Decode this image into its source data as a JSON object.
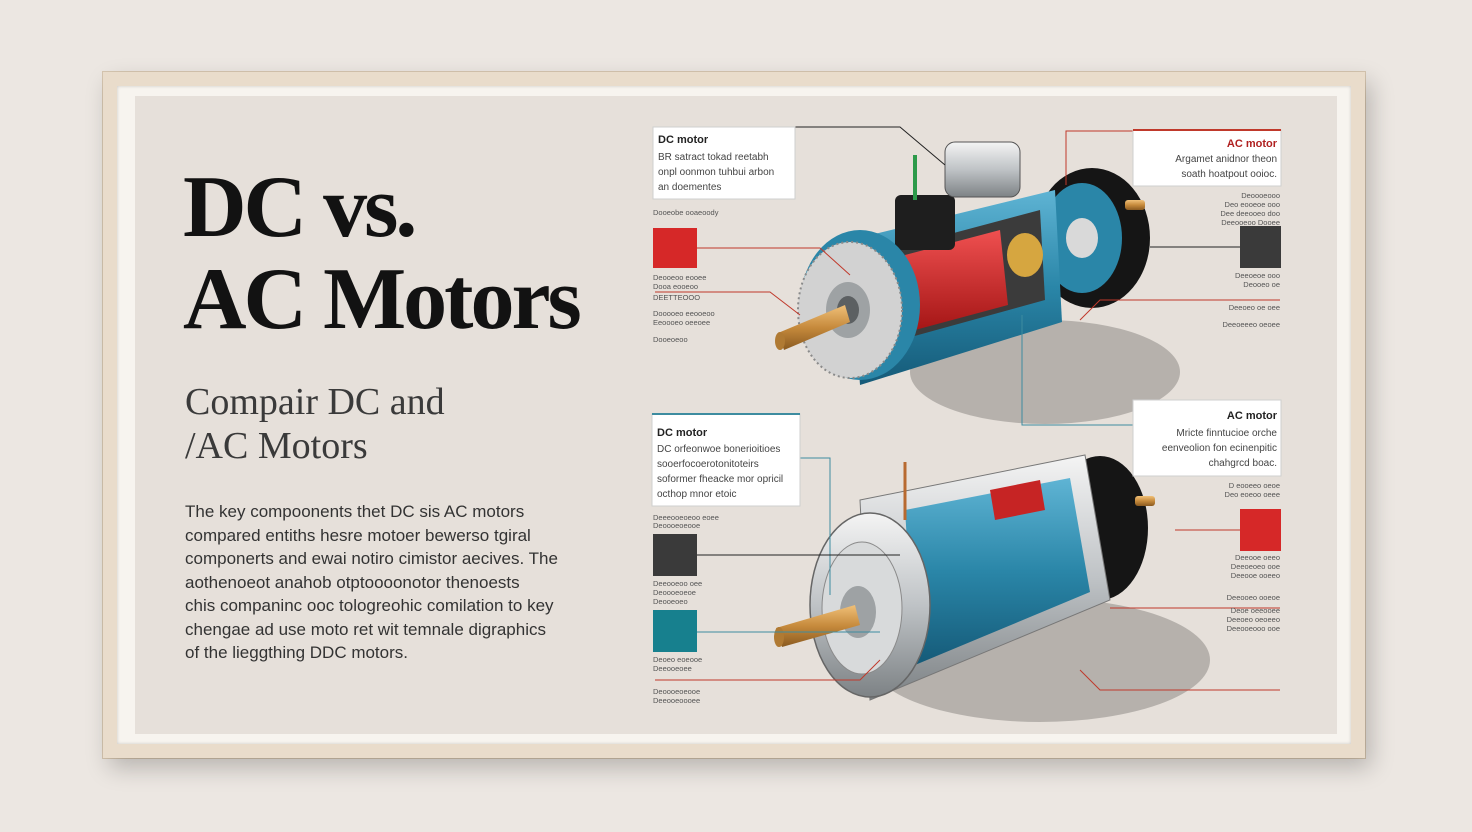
{
  "headline": {
    "line1": "DC vs.",
    "line2": "AC Motors"
  },
  "subtitle": {
    "line1": "Compair DC and",
    "line2": "/AC Motors"
  },
  "body": {
    "lines": [
      "The key compoonents thet DC sis AC motors",
      "compared entiths hesre motoer bewerso tgiral",
      "componerts and ewai notiro cimistor aecives. The",
      "aothenoeot anahob otptoooonotor thenoests",
      "chis companinc ooc tologreohic comilation to key",
      "chengae ad use moto ret wit temnale digraphics",
      "of the lieggthing DDC motors."
    ]
  },
  "callouts": {
    "top_dc": {
      "title": "DC motor",
      "lines": [
        "BR satract tokad reetabh",
        "onpl oonmon tuhbui arbon",
        "an doementes"
      ]
    },
    "top_ac": {
      "title": "AC motor",
      "lines": [
        "Argamet anidnor theon",
        "soath hoatpout ooioc."
      ]
    },
    "bottom_dc": {
      "title": "DC motor",
      "lines": [
        "DC orfeonwoe bonerioitioes",
        "sooerfocoerotonitoteirs",
        "soformer fheacke mor opricil",
        "octhop mnor etoic"
      ]
    },
    "bottom_ac": {
      "title": "AC motor",
      "lines": [
        "Mricte finntucioe orche",
        "eenveolion fon ecinenpitic",
        "chahgrcd boac."
      ]
    }
  },
  "swatches": {
    "red": "#d62828",
    "dark": "#3a3a3a",
    "teal": "#17808e",
    "blue_motor": "#2a86a8",
    "leader_red": "#c0392b",
    "leader_blue": "#3d8ca0"
  },
  "annotations": {
    "tl_a": "Dooeobe ooaeoody",
    "tl_b": "Deooeoo eooee",
    "tl_c": "Dooa eooeoo",
    "tl_d": "DEETTEOOO",
    "tl_e": "Dooooeo eeooeoo",
    "tl_f": "Eeoooeo oeeoee",
    "tl_g": "Dooeoeoo",
    "tr_a": "Deoooeooo",
    "tr_b": "Deo eooeoe ooo",
    "tr_c": "Dee deeooeo doo",
    "tr_d": "Deeooeoo Dooee",
    "tr_e": "Deeoeoe ooo",
    "tr_f": "Deooeo oe",
    "tr_g": "Deeoeo oe oee",
    "tr_h": "Deeoeeeo oeoee",
    "bl_a": "Deeeooeoeoo eoee",
    "bl_b": "Deoooeoeooe",
    "bl_c": "Deeooeoo oee",
    "bl_d": "Deoooeoeoe",
    "bl_e": "Deooeoeo",
    "bl_f": "Deoeo eoeooe",
    "bl_g": "Deeooeoee",
    "bl_h": "Deoooeoeooe",
    "bl_i": "Deeooeoooee",
    "br_a": "D eooeeo oeoe",
    "br_b": "Deo eoeoo oeee",
    "br_c": "Deeooe oeeo",
    "br_d": "Deeoeoeo ooe",
    "br_e": "Deeooe ooeeo",
    "br_f": "Deeooeo ooeoe",
    "br_g": "Deoe oeeooee",
    "br_h": "Deeoeo oeoeeo",
    "br_i": "Deeooeooo ooe"
  }
}
